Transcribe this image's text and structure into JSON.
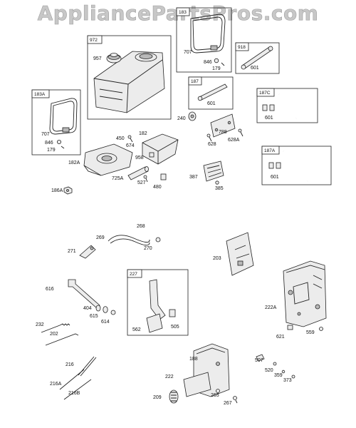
{
  "watermark": "AppliancePartsPros.com",
  "boxes": {
    "b972": "972",
    "b183": "183",
    "b918": "918",
    "b183A": "183A",
    "b187": "187",
    "b187C": "187C",
    "b187A": "187A",
    "b227": "227"
  },
  "callouts": {
    "c957": "957",
    "c707a": "707",
    "c846a": "846",
    "c179a": "179",
    "c601a": "601",
    "c601b": "601",
    "c601c": "601",
    "c601d": "601",
    "c707b": "707",
    "c846b": "846",
    "c179b": "179",
    "c240": "240",
    "c788": "788",
    "c628": "628",
    "c628A": "628A",
    "c450": "450",
    "c182": "182",
    "c674": "674",
    "c182A": "182A",
    "c958": "958",
    "c725A": "725A",
    "c527": "527",
    "c480": "480",
    "c387": "387",
    "c385": "385",
    "c186A": "186A",
    "c268": "268",
    "c269": "269",
    "c271": "271",
    "c270": "270",
    "c203": "203",
    "c616": "616",
    "c404": "404",
    "c615": "615",
    "c614": "614",
    "c232": "232",
    "c202": "202",
    "c562": "562",
    "c505": "505",
    "c222A": "222A",
    "c621": "621",
    "c559": "559",
    "c216": "216",
    "c216A": "216A",
    "c216B": "216B",
    "c188": "188",
    "c222": "222",
    "c209": "209",
    "c265": "265",
    "c267": "267",
    "c507": "507",
    "c520": "520",
    "c359": "359",
    "c373": "373"
  }
}
